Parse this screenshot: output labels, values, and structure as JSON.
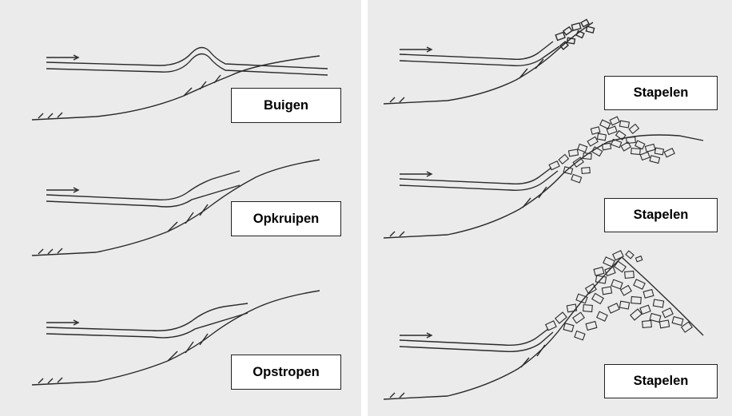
{
  "panels": {
    "left": {
      "labels": [
        "Buigen",
        "Opkruipen",
        "Opstropen"
      ]
    },
    "right": {
      "labels": [
        "Stapelen",
        "Stapelen",
        "Stapelen"
      ]
    }
  }
}
